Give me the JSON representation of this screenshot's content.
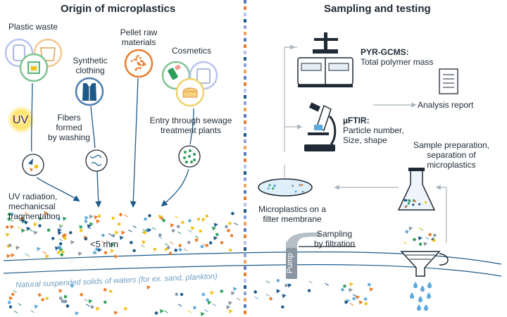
{
  "left_title": "Origin of microplastics",
  "right_title": "Sampling and testing",
  "sources": {
    "plastic_waste": "Plastic waste",
    "pellet": [
      "Pellet raw",
      "materials"
    ],
    "cosmetics": "Cosmetics",
    "synthetic": [
      "Synthetic",
      "clothing"
    ],
    "uv_badge": "UV"
  },
  "labels": {
    "fibers": [
      "Fibers",
      "formed",
      "by washing"
    ],
    "sewage": [
      "Entry through sewage",
      "treatment plants"
    ],
    "uv_radiation": [
      "UV radiation,",
      "mechanicsal",
      "fragmentation"
    ],
    "size": "<5 mm",
    "natural": "Natural suspended solids of waters (for ex. sand, plankton)"
  },
  "sampling": {
    "pyr_title": "PYR-GCMS:",
    "pyr_desc": "Total polymer mass",
    "report": "Analysis report",
    "ftir_title": "µFTIR:",
    "ftir_desc": [
      "Particle number,",
      "Size, shape"
    ],
    "prep": [
      "Sample preparation,",
      "separation of",
      "microplastics"
    ],
    "filter": [
      "Microplastics on a",
      "filter membrane"
    ],
    "filtration": [
      "Sampling",
      "by filtration"
    ],
    "pump": "Pump"
  },
  "colors": {
    "dark_blue": "#1d5a8a",
    "orange": "#e87d2e",
    "green": "#2f9d5c",
    "yellow": "#f0c419",
    "light_blue": "#5da9dc",
    "grey": "#8a97a3"
  }
}
